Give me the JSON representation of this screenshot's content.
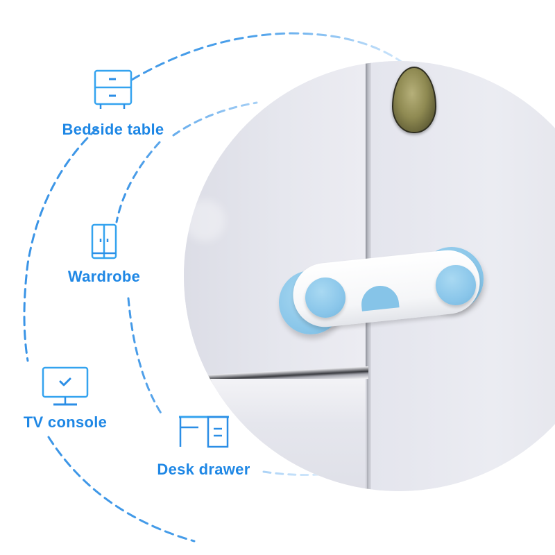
{
  "image": {
    "type": "product infographic",
    "subject": "child safety cabinet lock",
    "colors": {
      "accent": "#1e87e5",
      "latch_blue": "#86c4e8",
      "latch_white": "#ffffff",
      "cabinet": "#e4e5ed",
      "handle": "#8f8a52"
    }
  },
  "features": [
    {
      "label": "Bedside table",
      "icon": "bedside-table-icon"
    },
    {
      "label": "Wardrobe",
      "icon": "wardrobe-icon"
    },
    {
      "label": "TV console",
      "icon": "tv-monitor-check-icon"
    },
    {
      "label": "Desk drawer",
      "icon": "desk-drawer-icon"
    }
  ]
}
